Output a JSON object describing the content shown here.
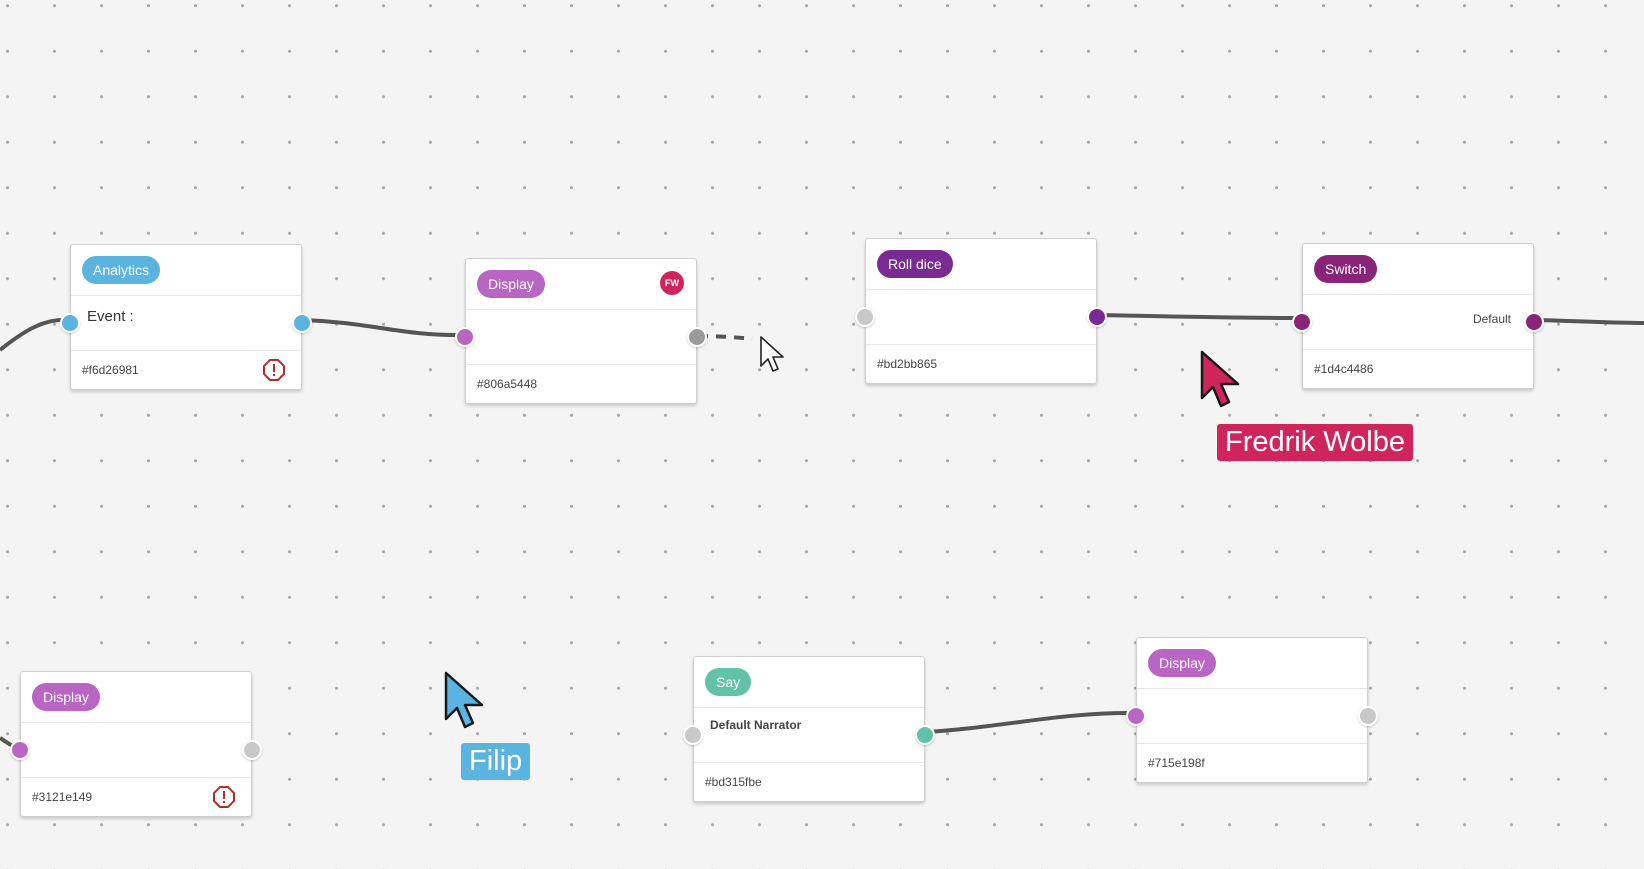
{
  "colors": {
    "analytics": "#5bb3e0",
    "display": "#b865c4",
    "roll": "#7a2a93",
    "switch": "#8a2478",
    "say": "#62c2a8",
    "neutral_port": "#c8c8c8",
    "wire": "#555555",
    "fredrik": "#d0245c",
    "filip": "#5bb3e0"
  },
  "nodes": {
    "analytics": {
      "tag": "Analytics",
      "field": "Event :",
      "id": "#f6d26981",
      "icon": "warning-icon"
    },
    "display1": {
      "tag": "Display",
      "id": "#806a5448",
      "badge": "FW"
    },
    "roll_dice": {
      "tag": "Roll dice",
      "id": "#bd2bb865"
    },
    "switch": {
      "tag": "Switch",
      "output": "Default",
      "id": "#1d4c4486"
    },
    "display2": {
      "tag": "Display",
      "id": "#3121e149",
      "icon": "warning-icon"
    },
    "say": {
      "tag": "Say",
      "narrator": "Default Narrator",
      "id": "#bd315fbe"
    },
    "display3": {
      "tag": "Display",
      "id": "#715e198f"
    }
  },
  "cursors": {
    "fredrik": {
      "name": "Fredrik Wolbe"
    },
    "filip": {
      "name": "Filip"
    }
  }
}
